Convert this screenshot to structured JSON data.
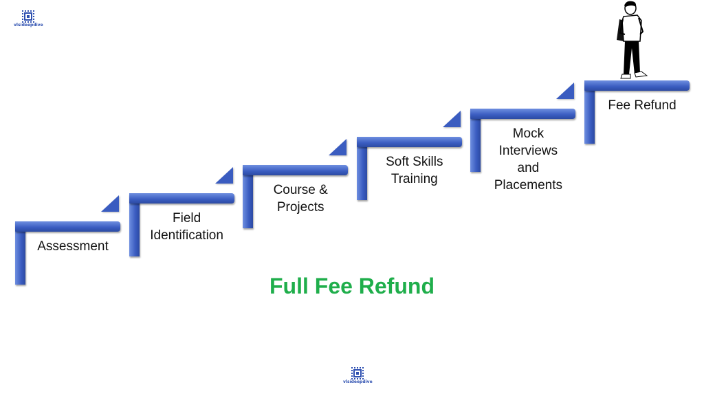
{
  "logo": {
    "text": "vlsideepdive"
  },
  "steps": [
    {
      "label": "Assessment"
    },
    {
      "label": "Field\nIdentification"
    },
    {
      "label": "Course &\nProjects"
    },
    {
      "label": "Soft Skills\nTraining"
    },
    {
      "label": "Mock\nInterviews\nand\nPlacements"
    },
    {
      "label": "Fee Refund"
    }
  ],
  "title": "Full Fee Refund",
  "colors": {
    "step": "#3a5cc0",
    "title": "#1fae4b"
  }
}
